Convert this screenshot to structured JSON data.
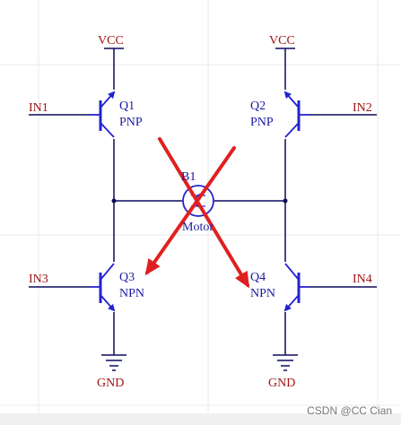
{
  "schematic": {
    "vcc_left": "VCC",
    "vcc_right": "VCC",
    "gnd_left": "GND",
    "gnd_right": "GND",
    "inputs": {
      "in1": "IN1",
      "in2": "IN2",
      "in3": "IN3",
      "in4": "IN4"
    },
    "transistors": {
      "q1": {
        "ref": "Q1",
        "type": "PNP"
      },
      "q2": {
        "ref": "Q2",
        "type": "PNP"
      },
      "q3": {
        "ref": "Q3",
        "type": "NPN"
      },
      "q4": {
        "ref": "Q4",
        "type": "NPN"
      }
    },
    "motor": {
      "ref": "B1",
      "label": "Motor"
    }
  },
  "colors": {
    "wire": "#0a0a5a",
    "transistor_body": "#2323d0",
    "label_red": "#a01414",
    "label_blue": "#1a1aa0",
    "annotation_red": "#e02020",
    "grid": "#e8e8e8",
    "footer": "#f0f0f0"
  },
  "watermark": "CSDN @CC Cian"
}
